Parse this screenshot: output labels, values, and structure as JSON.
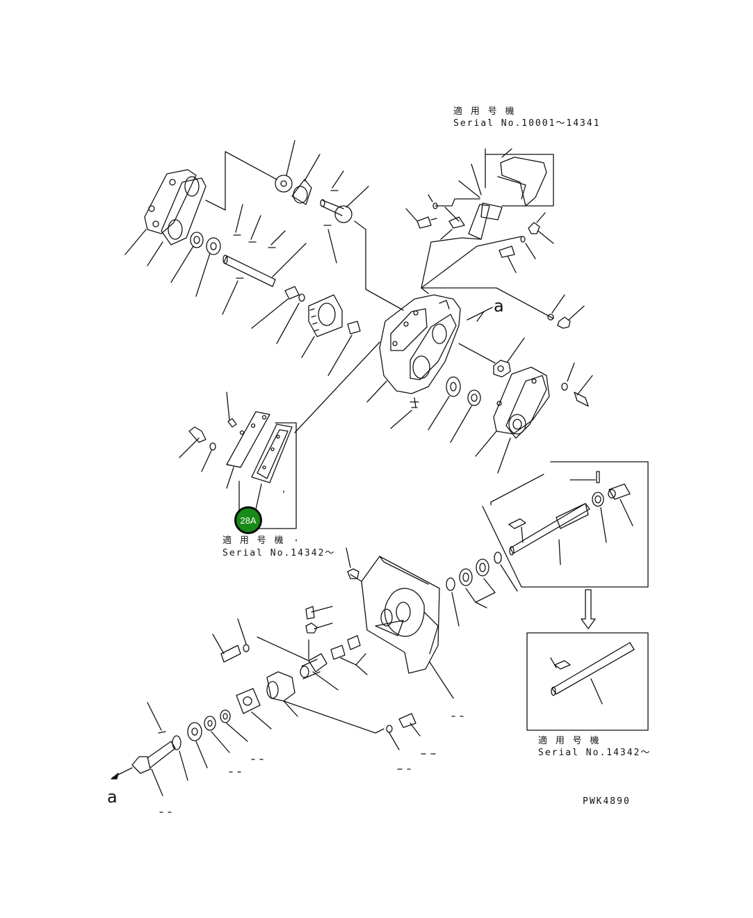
{
  "applicability_top_right": {
    "title_jp": "適 用 号 機",
    "serial": "Serial No.10001〜14341"
  },
  "applicability_left": {
    "title_jp": "適 用 号 機",
    "serial": "Serial No.14342〜"
  },
  "applicability_bottom_right": {
    "title_jp": "適 用 号 機",
    "serial": "Serial No.14342〜"
  },
  "view_marker_top": "a",
  "view_marker_bottom": "a",
  "callout": {
    "label": "28A",
    "color": "#178a17"
  },
  "drawing_number": "PWK4890"
}
